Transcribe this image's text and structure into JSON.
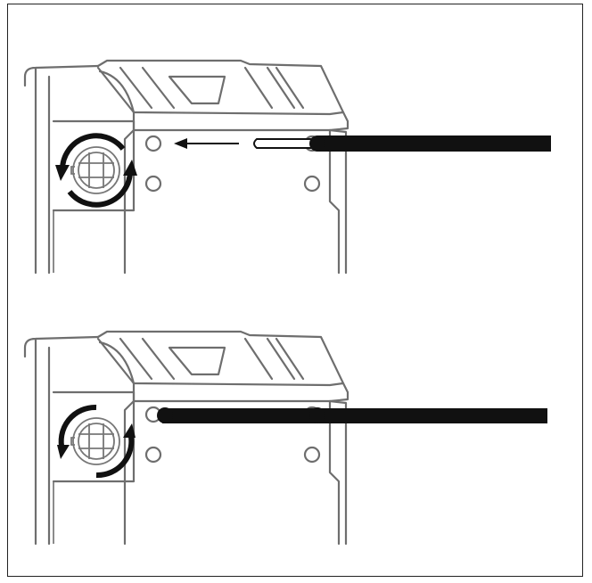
{
  "figure": {
    "panels": [
      {
        "id": "top",
        "state": "rod-removed",
        "knob_rotation": "tighten-loosen",
        "rod_shown": true,
        "insertion_arrow": true
      },
      {
        "id": "bottom",
        "state": "rod-inserted",
        "knob_rotation": "tighten-loosen",
        "rod_shown": true,
        "insertion_arrow": false
      }
    ],
    "colors": {
      "outline": "#6e6e6e",
      "rod": "#111111",
      "arrow": "#111111",
      "background": "#ffffff"
    },
    "icons": [
      "rotation-arrows-icon",
      "insertion-arrow-icon",
      "locking-knob-icon",
      "rod-icon"
    ]
  }
}
